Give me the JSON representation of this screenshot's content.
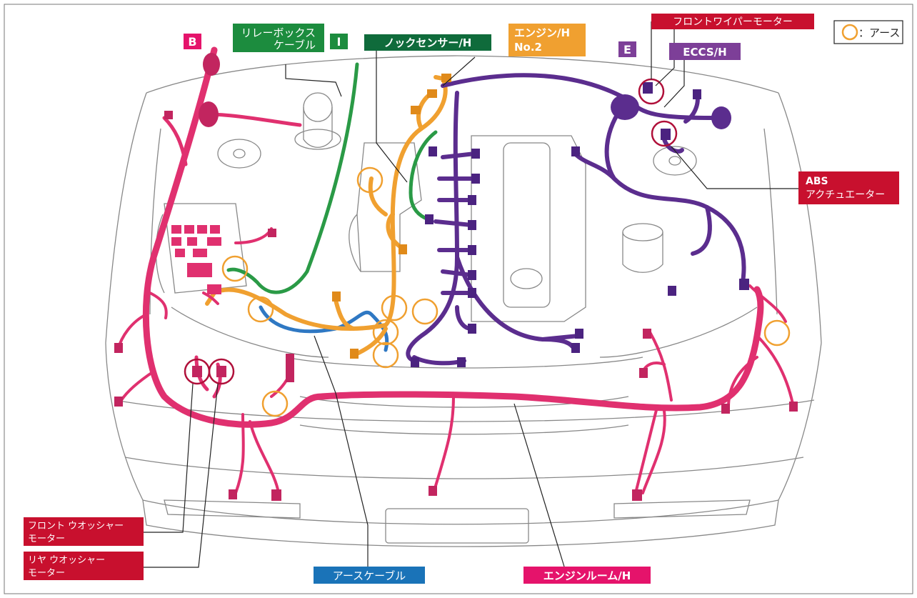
{
  "labels": {
    "b_marker": "B",
    "i_marker": "I",
    "e_marker": "E",
    "relay_box_cable_line1": "リレーボックス",
    "relay_box_cable_line2": "ケーブル",
    "knock_sensor": "ノックセンサー/H",
    "engine_no2_line1": "エンジン/H",
    "engine_no2_line2": "No.2",
    "eccs": "ECCS/H",
    "front_wiper_motor": "フロントワイパーモーター",
    "abs_actuator_line1": "ABS",
    "abs_actuator_line2": "アクチュエーター",
    "front_washer_motor_line1": "フロント ウオッシャー",
    "front_washer_motor_line2": "モーター",
    "rear_washer_motor_line1": "リヤ ウオッシャー",
    "rear_washer_motor_line2": "モーター",
    "earth_cable": "アースケーブル",
    "engine_room": "エンジンルーム/H"
  },
  "legend": {
    "symbol": "orange-circle",
    "text": "：アース"
  },
  "colors": {
    "engine_room_harness": "#e0306f",
    "eccs_harness": "#5b2d8e",
    "engine_no2_harness": "#f0a030",
    "knock_sensor_harness": "#2a9a46",
    "earth_cable_harness": "#2f78c3",
    "label_red": "#c8102e",
    "label_green": "#1c8c3e",
    "label_dark_green": "#0f6b3b",
    "label_orange": "#f0a030",
    "label_purple": "#7d3f98",
    "label_blue": "#1a73b8",
    "label_magenta": "#e5136b",
    "ground_circle": "#f0a030",
    "component_circle": "#b0103a"
  }
}
